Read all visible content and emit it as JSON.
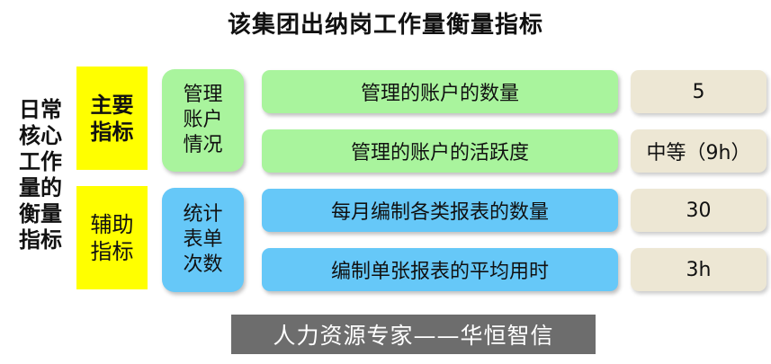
{
  "title": "该集团出纳岗工作量衡量指标",
  "side_label": "日常\n核心\n工作\n量的\n衡量\n指标",
  "categories": {
    "main": "主要\n指标",
    "aux": "辅助\n指标"
  },
  "groups": {
    "accounts": "管理\n账户\n情况",
    "reports": "统计\n表单\n次数"
  },
  "metrics": [
    {
      "label": "管理的账户的数量",
      "value": "5"
    },
    {
      "label": "管理的账户的活跃度",
      "value": "中等（9h）"
    },
    {
      "label": "每月编制各类报表的数量",
      "value": "30"
    },
    {
      "label": "编制单张报表的平均用时",
      "value": "3h"
    }
  ],
  "footer": "人力资源专家——华恒智信",
  "colors": {
    "category_fill": "#ffff00",
    "green_fill": "#a9f49d",
    "blue_fill": "#66c8f8",
    "value_fill": "#ede7d4",
    "footer_fill": "#6d6d6d"
  }
}
